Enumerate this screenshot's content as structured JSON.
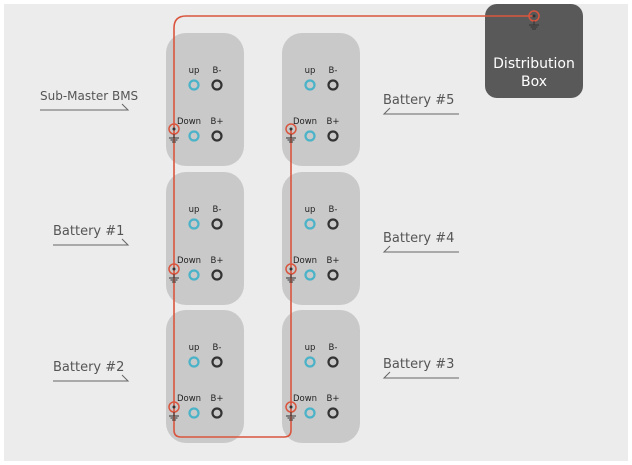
{
  "diagram": {
    "colors": {
      "background": "#ececec",
      "module": "#c9c9c9",
      "distribution_box": "#595959",
      "wire": "#d9553e",
      "port_up": "#4bb3c8",
      "port_down": "#4bb3c8",
      "port_bminus": "#333333",
      "port_bplus": "#333333",
      "label_text": "#555555"
    },
    "distribution_box": {
      "label_line1": "Distribution",
      "label_line2": "Box"
    },
    "port_labels": {
      "up": "up",
      "down": "Down",
      "bminus": "B-",
      "bplus": "B+"
    },
    "left_labels": [
      "Sub-Master BMS",
      "Battery #1",
      "Battery #2"
    ],
    "right_labels": [
      "Battery #5",
      "Battery #4",
      "Battery #3"
    ],
    "modules_left": [
      {
        "id": "sub-master-bms"
      },
      {
        "id": "battery-1"
      },
      {
        "id": "battery-2"
      }
    ],
    "modules_right": [
      {
        "id": "battery-5"
      },
      {
        "id": "battery-4"
      },
      {
        "id": "battery-3"
      }
    ],
    "icons": [
      "ground-icon",
      "terminal-icon",
      "arrow-line-icon"
    ]
  }
}
